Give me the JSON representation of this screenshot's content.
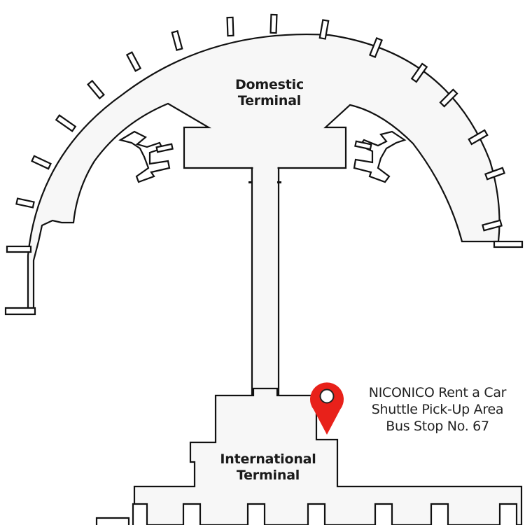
{
  "terminals": {
    "domestic": {
      "line1": "Domestic",
      "line2": "Terminal"
    },
    "international": {
      "line1": "International",
      "line2": "Terminal"
    }
  },
  "location": {
    "line1": "NICONICO Rent a Car",
    "line2": "Shuttle Pick-Up Area",
    "line3": "Bus Stop No. 67"
  },
  "icons": {
    "marker": "map-pin-icon"
  },
  "colors": {
    "marker": "#e8211a",
    "building_fill": "#f7f7f7",
    "outline": "#111111"
  }
}
